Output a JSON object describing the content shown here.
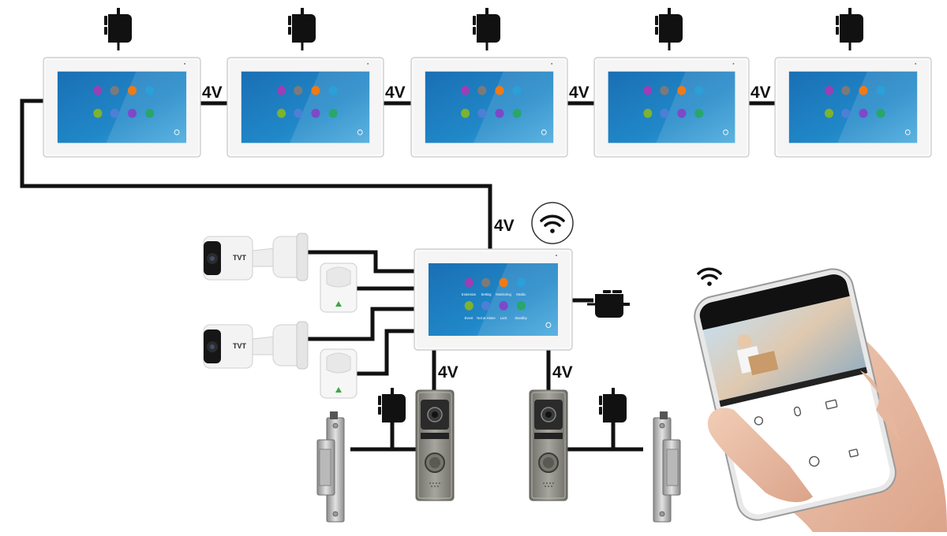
{
  "wiring_label": "4V",
  "monitor_icon_labels": [
    "Extension",
    "Setting",
    "Monitoring",
    "Media",
    "Event",
    "Not at Home",
    "Lock",
    "Standby"
  ],
  "camera_brand": "TVT",
  "colors": {
    "wire": "#111111",
    "screen": "#1f7fc0",
    "bezel": "#f5f5f5",
    "panel": "#8c8c85"
  },
  "icons": [
    "plug-icon",
    "wifi-icon",
    "phone-icon",
    "gear-icon",
    "monitoring-icon",
    "media-icon",
    "event-icon",
    "not-at-home-icon",
    "lock-icon",
    "standby-icon"
  ]
}
